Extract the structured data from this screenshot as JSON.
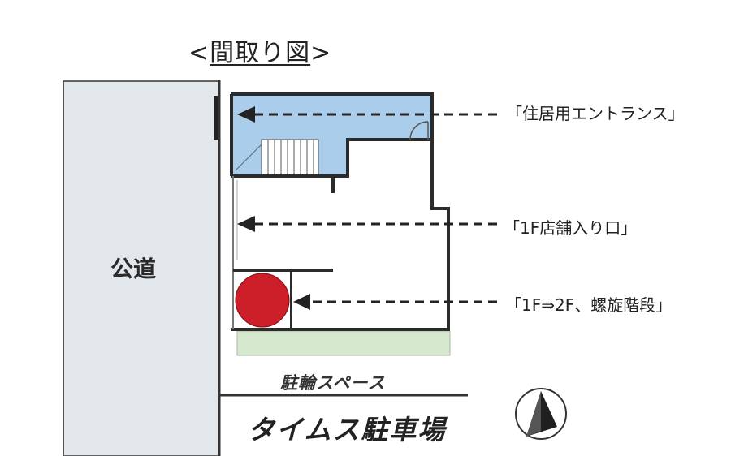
{
  "title": {
    "open": "<",
    "text": "間取り図",
    "close": ">"
  },
  "road": {
    "label": "公道",
    "fill": "#e2e7eb"
  },
  "callouts": [
    {
      "text": "「住居用エントランス」"
    },
    {
      "text": "「1F店舗入り口」"
    },
    {
      "text": "「1F⇒2F、螺旋階段」"
    }
  ],
  "bike_parking": {
    "label": "駐輪スペース"
  },
  "parking": {
    "label": "タイムス駐車場"
  },
  "colors": {
    "entrance_fill": "#a9cdea",
    "stair_fill": "#cc1f2a",
    "green_strip": "#d6e9cf",
    "wall": "#2b2b2b"
  },
  "icons": {
    "compass": "north-compass-icon"
  }
}
